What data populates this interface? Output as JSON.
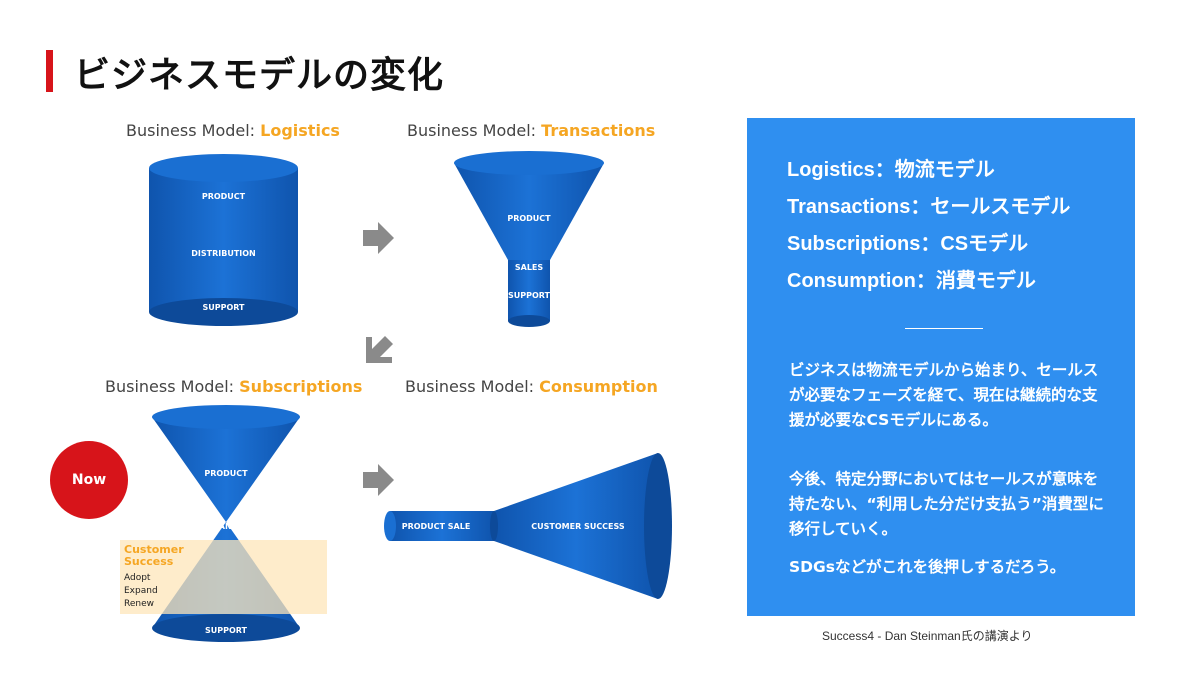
{
  "slide": {
    "title": "ビジネスモデルの変化",
    "accent_color": "#d7141a"
  },
  "models": {
    "label_prefix": "Business Model: ",
    "logistics": {
      "name": "Logistics",
      "labels": [
        "PRODUCT",
        "DISTRIBUTION",
        "SUPPORT"
      ]
    },
    "transactions": {
      "name": "Transactions",
      "labels": [
        "PRODUCT",
        "SALES",
        "SUPPORT"
      ]
    },
    "subscriptions": {
      "name": "Subscriptions",
      "labels": [
        "PRODUCT",
        "LAND",
        "SUPPORT"
      ],
      "customer_success": {
        "title": "Customer Success",
        "items": [
          "Adopt",
          "Expand",
          "Renew"
        ]
      },
      "now_badge": "Now"
    },
    "consumption": {
      "name": "Consumption",
      "labels": [
        "PRODUCT SALE",
        "CUSTOMER SUCCESS"
      ]
    }
  },
  "panel": {
    "definitions": [
      "Logistics：物流モデル",
      "Transactions：セールスモデル",
      "Subscriptions：CSモデル",
      "Consumption：消費モデル"
    ],
    "paragraphs": [
      "ビジネスは物流モデルから始まり、セールスが必要なフェーズを経て、現在は継続的な支援が必要なCSモデルにある。",
      "今後、特定分野においてはセールスが意味を持たない、“利用した分だけ支払う”消費型に移行していく。",
      "SDGsなどがこれを後押しするだろう。"
    ]
  },
  "source": "Success4 - Dan Steinman氏の講演より",
  "colors": {
    "shape_blue": "#1763c2",
    "shape_dark": "#0d4a99",
    "panel_blue": "#2f8ff0",
    "accent_orange": "#f5a623",
    "arrow_gray": "#8a8a8a"
  }
}
